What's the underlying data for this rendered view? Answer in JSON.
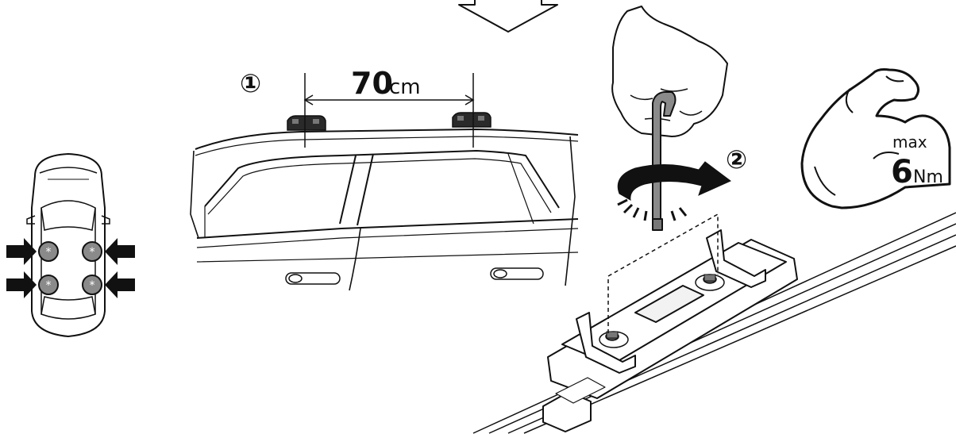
{
  "steps": {
    "step1": "①",
    "step2": "②"
  },
  "distance": {
    "value": "70",
    "unit": "cm"
  },
  "torque": {
    "max_label": "max",
    "value": "6",
    "unit": "Nm"
  },
  "colors": {
    "ink": "#111111",
    "bolt_fill": "#8a8a8a",
    "bolt_highlight": "#ffffff",
    "foot_fill": "#2a2a2a"
  },
  "icons": {
    "down_arrow": "down-arrow-icon",
    "bicep": "bicep-icon",
    "rotation": "rotation-arrow-icon",
    "hex_key": "hex-key-icon",
    "pointer": "pointer-arrow-icon"
  }
}
